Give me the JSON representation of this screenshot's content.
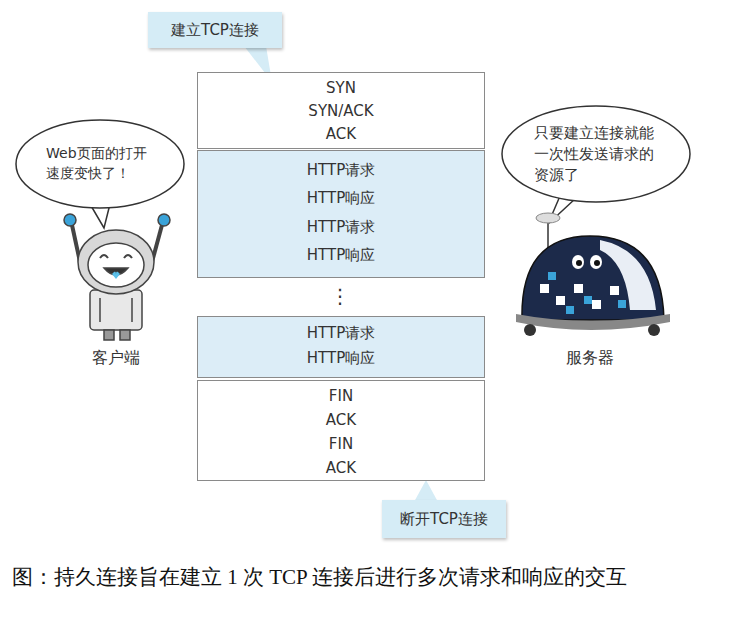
{
  "diagram": {
    "caption": "图：持久连接旨在建立 1 次 TCP 连接后进行多次请求和响应的交互",
    "nodes": [
      {
        "text": [
          "建立TCP连接"
        ]
      },
      {
        "text": [
          "Web页面的打开速度变快了！"
        ]
      },
      {
        "text": [
          "只要建立连接就能一次性发送请求的资源了"
        ]
      },
      {
        "text": [
          "SYN",
          "SYN/ACK",
          "ACK"
        ]
      },
      {
        "text": [
          "HTTP请求",
          "HTTP响应",
          "HTTP请求",
          "HTTP响应"
        ]
      },
      {
        "text": [
          "HTTP请求",
          "HTTP响应"
        ]
      },
      {
        "text": [
          "FIN",
          "ACK",
          "FIN",
          "ACK"
        ]
      },
      {
        "text": [
          "断开TCP连接"
        ]
      }
    ],
    "labels": [
      "⋮",
      "客户端",
      "服务器"
    ]
  }
}
